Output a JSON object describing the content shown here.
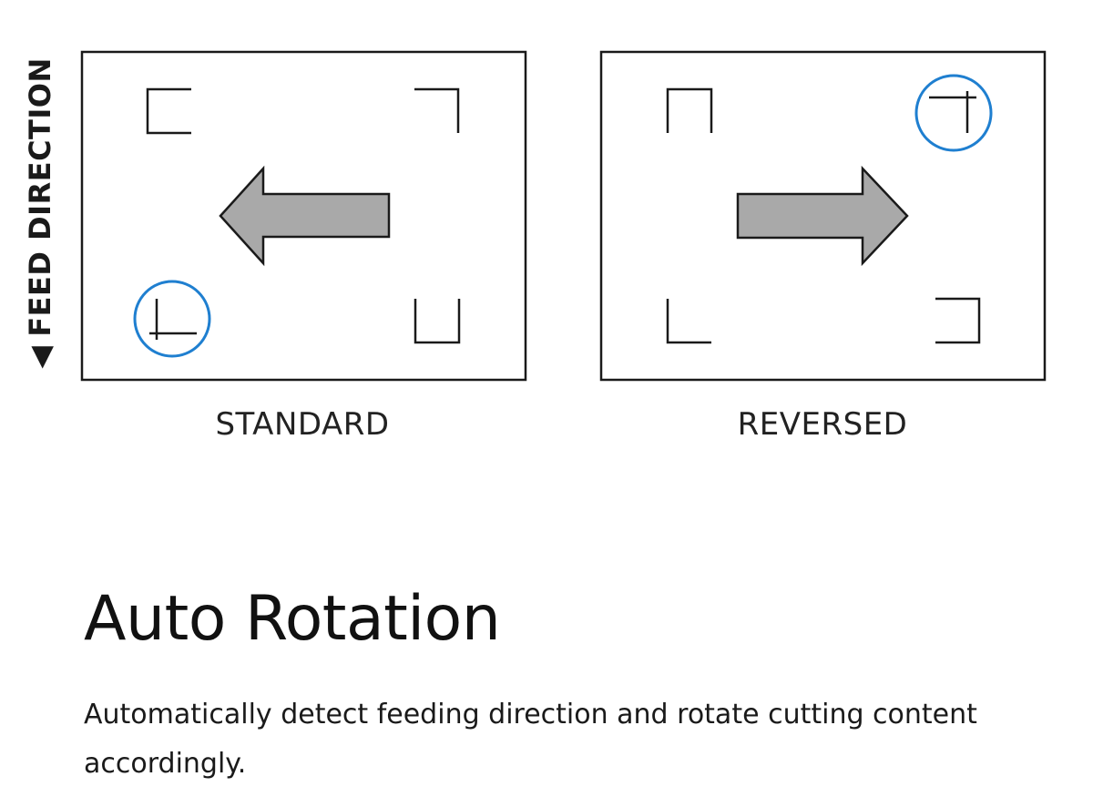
{
  "diagram": {
    "feed_direction_label": "FEED DIRECTION",
    "feed_direction_icon": "triangle-up-icon",
    "panels": [
      {
        "label": "STANDARD",
        "arrow": "left",
        "highlighted_mark": "bottom-left"
      },
      {
        "label": "REVERSED",
        "arrow": "right",
        "highlighted_mark": "top-right"
      }
    ],
    "colors": {
      "highlight_circle": "#1f7fd0",
      "arrow_fill": "#a9a9a9",
      "stroke": "#1a1a1a"
    }
  },
  "content": {
    "title": "Auto Rotation",
    "description": "Automatically detect feeding direction and rotate cutting content accordingly."
  }
}
